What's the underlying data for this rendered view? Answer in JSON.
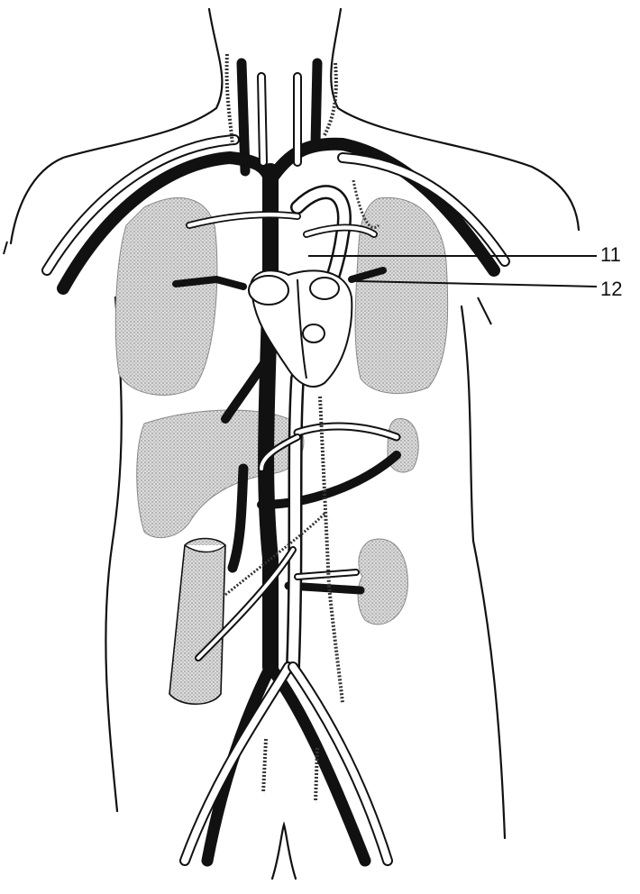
{
  "figure": {
    "labels": [
      {
        "id": "11",
        "text": "11"
      },
      {
        "id": "12",
        "text": "12"
      }
    ]
  },
  "colors": {
    "vein": "#111111",
    "artery": "#ffffff",
    "outline": "#111111",
    "organ_fill": "#d2d2d2",
    "background": "#ffffff"
  }
}
